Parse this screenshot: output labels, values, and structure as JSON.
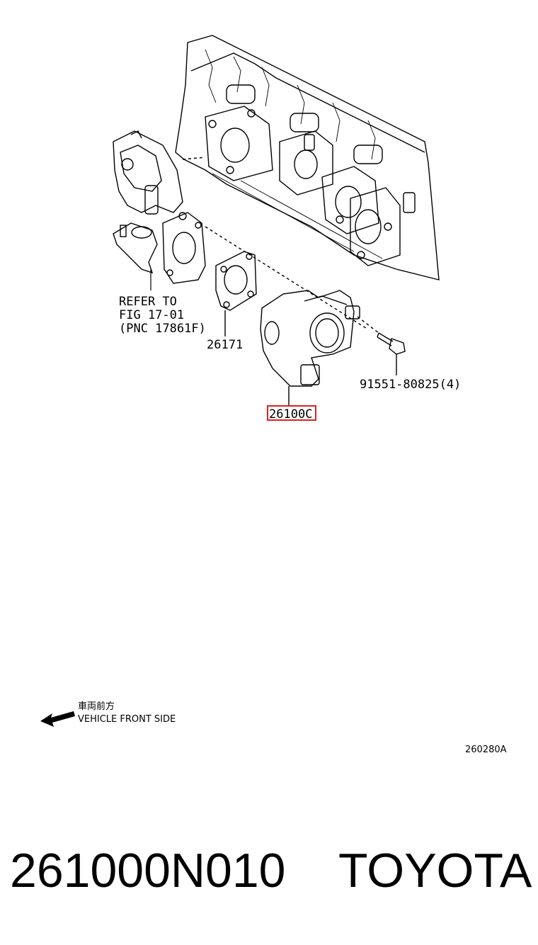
{
  "labels": {
    "refer_line1": "REFER TO",
    "refer_line2": "FIG 17-01",
    "refer_line3": "(PNC 17861F)",
    "gasket": "26171",
    "bolt": "91551-80825(4)",
    "throttle_body": "26100C",
    "front_side_jp": "車両前方",
    "front_side_en": "VEHICLE FRONT SIDE",
    "figure_code": "260280A"
  },
  "footer": {
    "part_number": "261000N010",
    "brand": "TOYOTA"
  },
  "colors": {
    "highlight": "#e02020",
    "line": "#000000"
  }
}
